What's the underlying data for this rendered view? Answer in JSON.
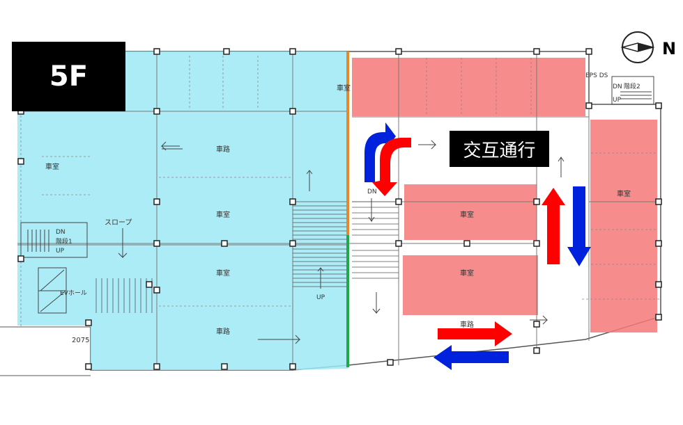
{
  "floor_label": "5F",
  "traffic_label": "交互通行",
  "north_label": "N",
  "plan_labels": {
    "car_room": "車室",
    "car_road": "車路",
    "slope": "スロープ",
    "stairs1": "階段1",
    "stairs2": "階段2",
    "dn": "DN",
    "up": "UP",
    "ev_hall": "EVホール",
    "eps_ds": "EPS DS",
    "dim_2075": "2075"
  },
  "colors": {
    "cyan_zone": "#9ee9f4",
    "red_zone": "#f47878",
    "arrow_red": "#ff0000",
    "arrow_blue": "#0022dd",
    "divider_orange": "#e8862a",
    "divider_green": "#22a84a"
  }
}
